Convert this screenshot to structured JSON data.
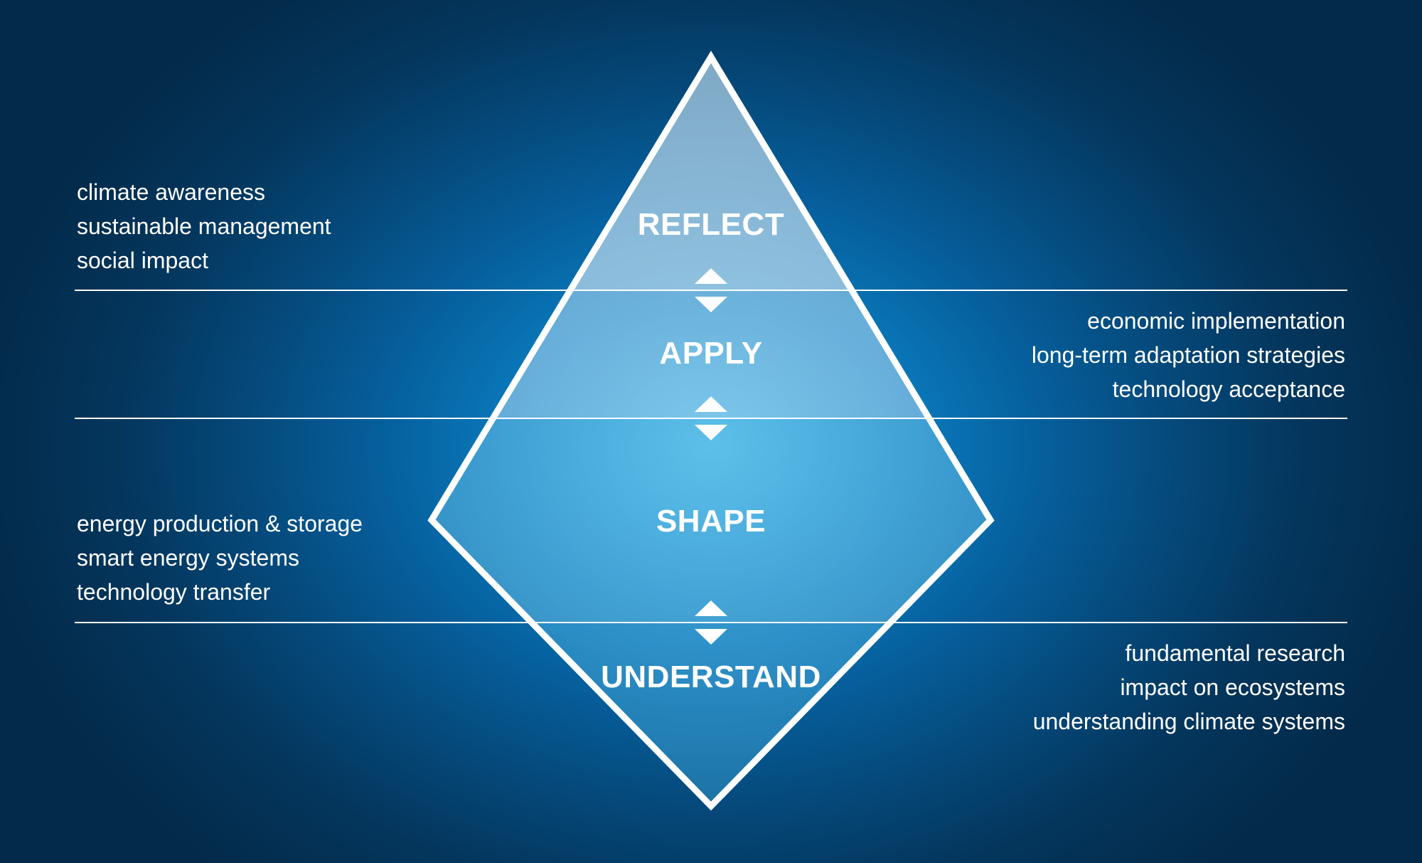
{
  "layers": [
    {
      "id": "reflect",
      "label": "REFLECT"
    },
    {
      "id": "apply",
      "label": "APPLY"
    },
    {
      "id": "shape",
      "label": "SHAPE"
    },
    {
      "id": "understand",
      "label": "UNDERSTAND"
    }
  ],
  "descriptions": {
    "reflect": [
      "climate awareness",
      "sustainable management",
      "social impact"
    ],
    "apply": [
      "economic implementation",
      "long-term adaptation strategies",
      "technology acceptance"
    ],
    "shape": [
      "energy production & storage",
      "smart energy systems",
      "technology transfer"
    ],
    "understand": [
      "fundamental research",
      "impact on ecosystems",
      "understanding climate systems"
    ]
  },
  "icons": {
    "connector": "double-arrow-up-down-icon"
  },
  "colors": {
    "background_dark": "#032a49",
    "background_glow": "#1aa6e0",
    "outline": "#ffffff",
    "text": "#ffffff"
  }
}
